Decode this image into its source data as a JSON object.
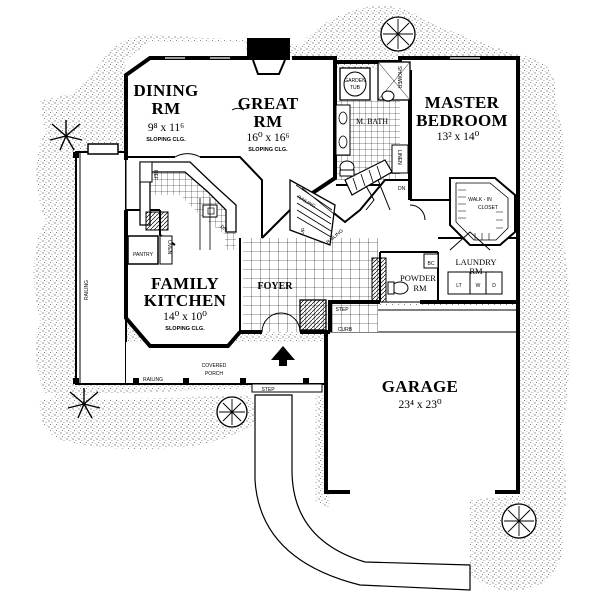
{
  "rooms": {
    "dining": {
      "line1": "DINING",
      "line2": "RM",
      "dim": "9⁸ x 11⁶",
      "note": "SLOPING CLG."
    },
    "great": {
      "line1": "GREAT",
      "line2": "RM",
      "dim": "16⁰ x 16⁶",
      "note": "SLOPING CLG."
    },
    "master": {
      "line1": "MASTER",
      "line2": "BEDROOM",
      "dim": "13² x 14⁰"
    },
    "kitchen": {
      "line1": "FAMILY",
      "line2": "KITCHEN",
      "dim": "14⁰ x 10⁰",
      "note": "SLOPING CLG."
    },
    "garage": {
      "line1": "GARAGE",
      "dim": "23⁴ x 23⁰"
    },
    "foyer": {
      "label": "FOYER"
    },
    "mbath": {
      "label": "M. BATH"
    },
    "laundry": {
      "line1": "LAUNDRY",
      "line2": "RM"
    },
    "powder": {
      "line1": "POWDER",
      "line2": "RM"
    },
    "pantry": {
      "label": "PANTRY"
    }
  },
  "labels": {
    "walkin": "WALK - IN",
    "closet": "CLOSET",
    "garden_tub": "GARDEN",
    "garden_tub2": "TUB",
    "shower": "SHOWER",
    "linen": "LINEN",
    "dn": "DN",
    "up": "UP",
    "railing": "RAILING",
    "covered_porch1": "COVERED",
    "covered_porch2": "PORCH",
    "step": "STEP",
    "curb": "CURB",
    "bc": "BC",
    "lt": "LT",
    "w": "W",
    "d": "D",
    "ref": "REF",
    "oven": "OVEN",
    "dw": "DW"
  }
}
